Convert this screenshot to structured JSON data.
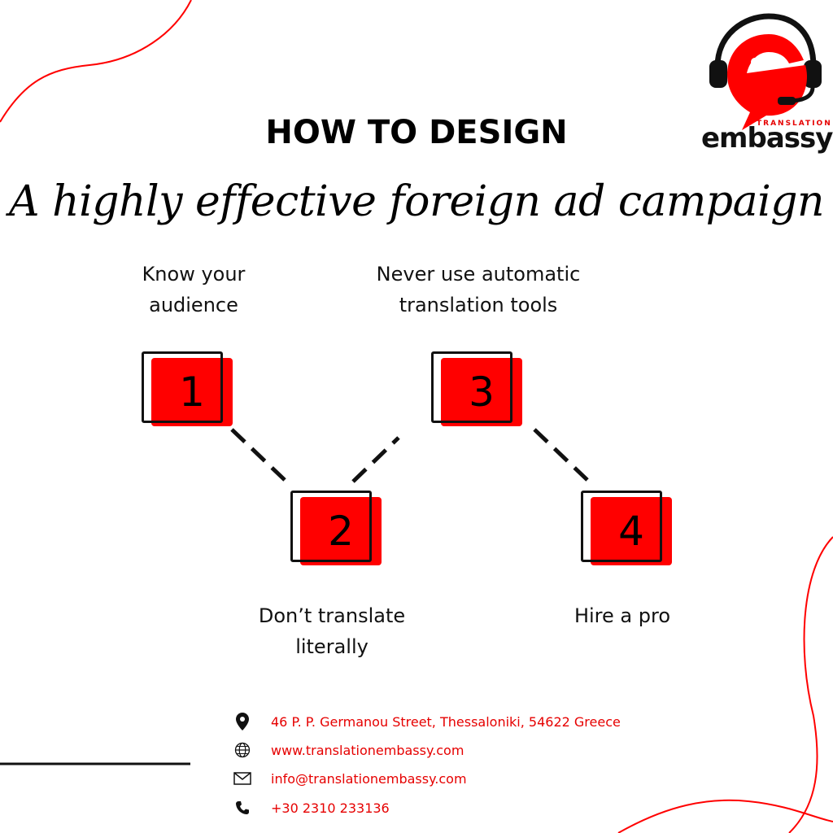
{
  "header": {
    "title": "HOW TO DESIGN",
    "subtitle": "A highly effective foreign ad campaign"
  },
  "logo": {
    "small_word": "TRANSLATION",
    "word": "embassy",
    "icon": "headset-speech-bubble-icon"
  },
  "steps": [
    {
      "number": "1",
      "label_line1": "Know your",
      "label_line2": "audience"
    },
    {
      "number": "2",
      "label_line1": "Don’t translate",
      "label_line2": "literally"
    },
    {
      "number": "3",
      "label_line1": "Never use automatic",
      "label_line2": "translation tools"
    },
    {
      "number": "4",
      "label_line1": "Hire a pro",
      "label_line2": ""
    }
  ],
  "contact": {
    "address": "46 P. P. Germanou Street, Thessaloniki, 54622 Greece",
    "website": "www.translationembassy.com",
    "email": "info@translationembassy.com",
    "phone": "+30 2310 233136"
  },
  "colors": {
    "accent": "#ff0000",
    "text": "#111111",
    "background": "#ffffff"
  }
}
